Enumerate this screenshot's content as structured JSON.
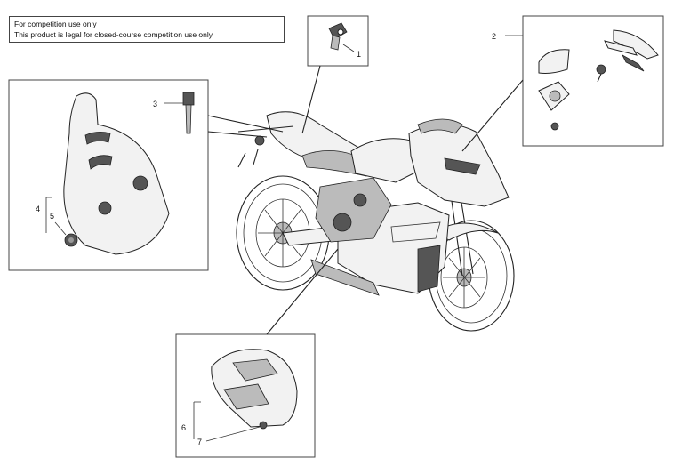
{
  "notice": {
    "line1": "For competition use only",
    "line2": "This product is legal for closed-course competition use only"
  },
  "callouts": {
    "c1": "1",
    "c2": "2",
    "c3": "3",
    "c4": "4",
    "c5": "5",
    "c6": "6",
    "c7": "7"
  }
}
